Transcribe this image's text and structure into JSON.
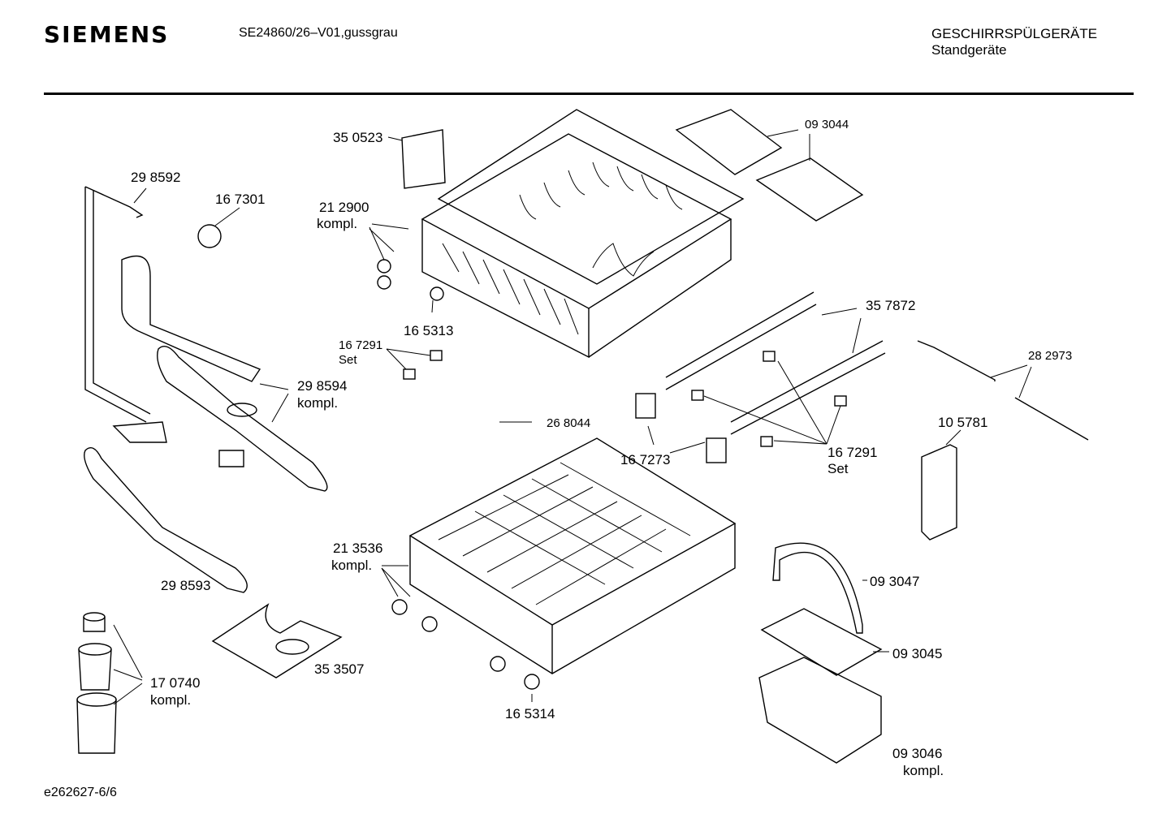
{
  "header": {
    "brand": "SIEMENS",
    "model": "SE24860/26–V01,gussgrau",
    "category_line1": "GESCHIRRSPÜLGERÄTE",
    "category_line2": "Standgeräte"
  },
  "footer": {
    "doc_id": "e262627-6/6"
  },
  "callouts": [
    {
      "part": "35 0523"
    },
    {
      "part": "21 2900",
      "note": "kompl."
    },
    {
      "part": "16 5313"
    },
    {
      "part": "16 7291",
      "note": "Set"
    },
    {
      "part": "26 8044"
    },
    {
      "part": "09 3044"
    },
    {
      "part": "35 7872"
    },
    {
      "part": "28 2973"
    },
    {
      "part": "10 5781"
    },
    {
      "part": "16 7273"
    },
    {
      "part": "16 7291",
      "note": "Set"
    },
    {
      "part": "29 8592"
    },
    {
      "part": "16 7301"
    },
    {
      "part": "29 8594",
      "note": "kompl."
    },
    {
      "part": "29 8593"
    },
    {
      "part": "35 3507"
    },
    {
      "part": "17 0740",
      "note": "kompl."
    },
    {
      "part": "21 3536",
      "note": "kompl."
    },
    {
      "part": "16 5314"
    },
    {
      "part": "09 3047"
    },
    {
      "part": "09 3045"
    },
    {
      "part": "09 3046",
      "note": "kompl."
    }
  ]
}
